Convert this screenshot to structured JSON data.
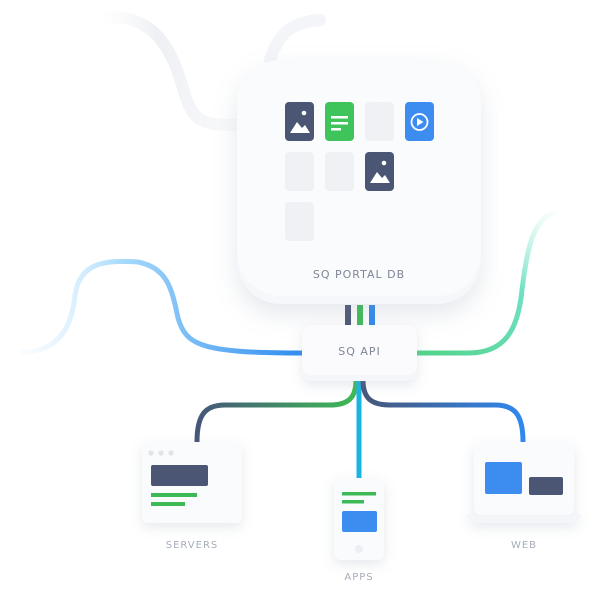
{
  "db": {
    "label": "SQ PORTAL DB"
  },
  "api": {
    "label": "SQ API"
  },
  "clients": {
    "servers": "SERVERS",
    "apps": "APPS",
    "web": "WEB"
  },
  "icons": {
    "row1": [
      "image-icon",
      "document-icon",
      "empty-slot",
      "play-icon"
    ],
    "row2": [
      "empty-slot",
      "empty-slot",
      "image-icon"
    ],
    "row3": [
      "empty-slot"
    ]
  },
  "colors": {
    "navy": "#4B5675",
    "green": "#3DBA55",
    "blue": "#2F88EE",
    "cyan": "#18B4E4",
    "teal": "#4FD8B4",
    "light_blue": "#9FD4F8",
    "label_gray": "#A6ADB8"
  }
}
